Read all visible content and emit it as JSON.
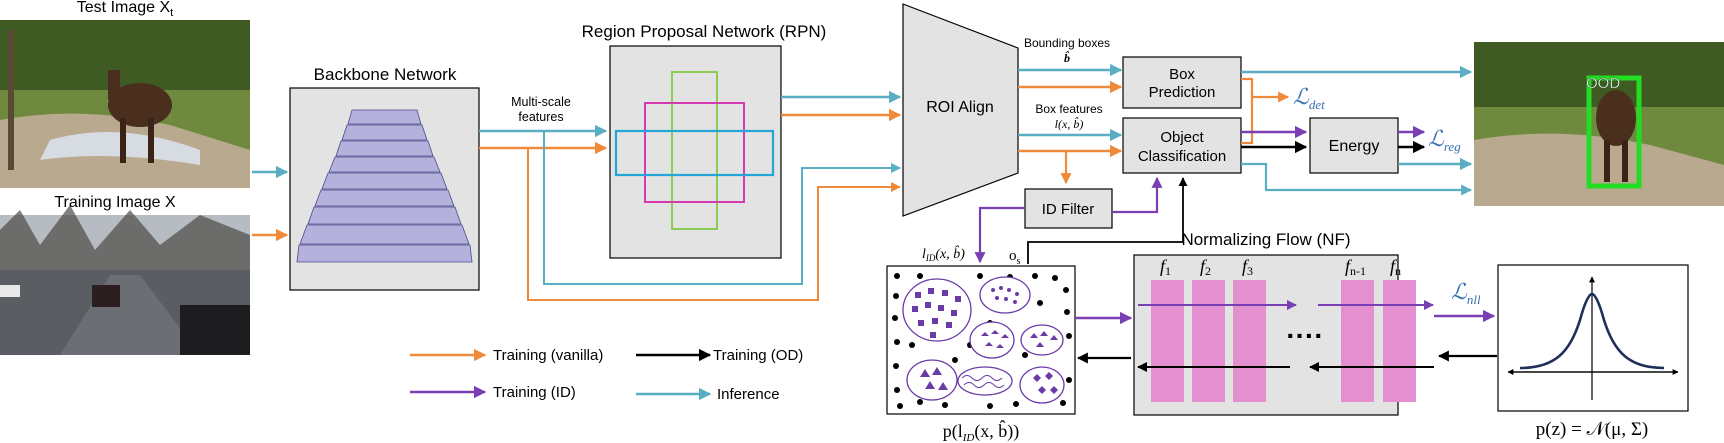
{
  "images": {
    "test_title_main": "Test Image X",
    "test_title_sub": "t",
    "train_title": "Training Image X",
    "ood_label": "OOD"
  },
  "backbone": {
    "title": "Backbone Network"
  },
  "multiscale": {
    "line1": "Multi-scale",
    "line2": "features"
  },
  "rpn": {
    "title": "Region Proposal Network (RPN)"
  },
  "roi": {
    "label": "ROI Align"
  },
  "annotations": {
    "bboxes": "Bounding boxes",
    "bboxes_symbol": "b̂",
    "box_features": "Box features",
    "box_features_symbol": "l(x, b̂)"
  },
  "boxes": {
    "box_pred_line1": "Box",
    "box_pred_line2": "Prediction",
    "obj_cls_line1": "Object",
    "obj_cls_line2": "Classification",
    "energy": "Energy",
    "id_filter": "ID Filter"
  },
  "losses": {
    "det": "det",
    "reg": "reg",
    "nll": "nll"
  },
  "id_panel": {
    "lid_label": "l",
    "lid_sub": "ID",
    "lid_args": "(x, b̂)",
    "os_label": "o",
    "os_sub": "s",
    "caption_main": "p(l",
    "caption_sub": "ID",
    "caption_args": "(x, b̂))"
  },
  "nf": {
    "title": "Normalizing Flow (NF)",
    "f1": "1",
    "f2": "2",
    "f3": "3",
    "fn1": "n-1",
    "fn": "n",
    "dots": "····"
  },
  "gauss": {
    "caption": "p(z) = 𝒩(μ, Σ)"
  },
  "legend": {
    "vanilla": "Training (vanilla)",
    "od": "Training (OD)",
    "id": "Training (ID)",
    "inference": "Inference"
  },
  "colors": {
    "orange": "#ee8a3a",
    "black": "#000000",
    "purple": "#7a3fb3",
    "teal": "#5aaec4",
    "box_fill": "#e3e3e3",
    "pyramid": "#b4b2dc",
    "flow_bar": "#e48fcf",
    "loss_blue": "#3a6fb0"
  }
}
